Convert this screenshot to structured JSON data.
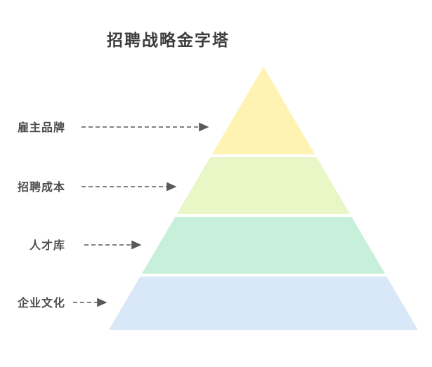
{
  "title": "招聘战略金字塔",
  "colors": {
    "background": "#ffffff",
    "title_text": "#3d3d3d",
    "label_text": "#4d4d4d",
    "arrow": "#595959"
  },
  "pyramid": {
    "layers": [
      {
        "label": "雇主品牌",
        "color": "#fff3b4"
      },
      {
        "label": "招聘成本",
        "color": "#e9f6c6"
      },
      {
        "label": "人才库",
        "color": "#c7efda"
      },
      {
        "label": "企业文化",
        "color": "#d9e8f8"
      }
    ]
  }
}
